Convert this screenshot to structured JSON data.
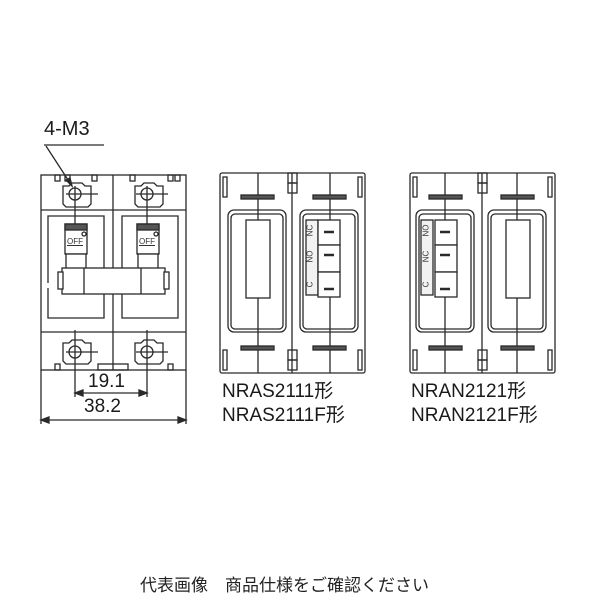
{
  "drawing": {
    "front_view": {
      "callout": "4-M3",
      "switch_labels": [
        "OFF",
        "OFF"
      ],
      "dimensions": {
        "pitch": "19.1",
        "width": "38.2"
      }
    },
    "side_view_a": {
      "terminals": [
        "NC",
        "NO",
        "C"
      ],
      "models": [
        "NRAS2111形",
        "NRAS2111F形"
      ]
    },
    "side_view_b": {
      "terminals": [
        "NO",
        "NC",
        "C"
      ],
      "models": [
        "NRAN2121形",
        "NRAN2121F形"
      ]
    }
  },
  "caption": "代表画像　商品仕様をご確認ください",
  "colors": {
    "line": "#2a2a2a",
    "background": "#ffffff",
    "fill": "#f7f7f7"
  }
}
